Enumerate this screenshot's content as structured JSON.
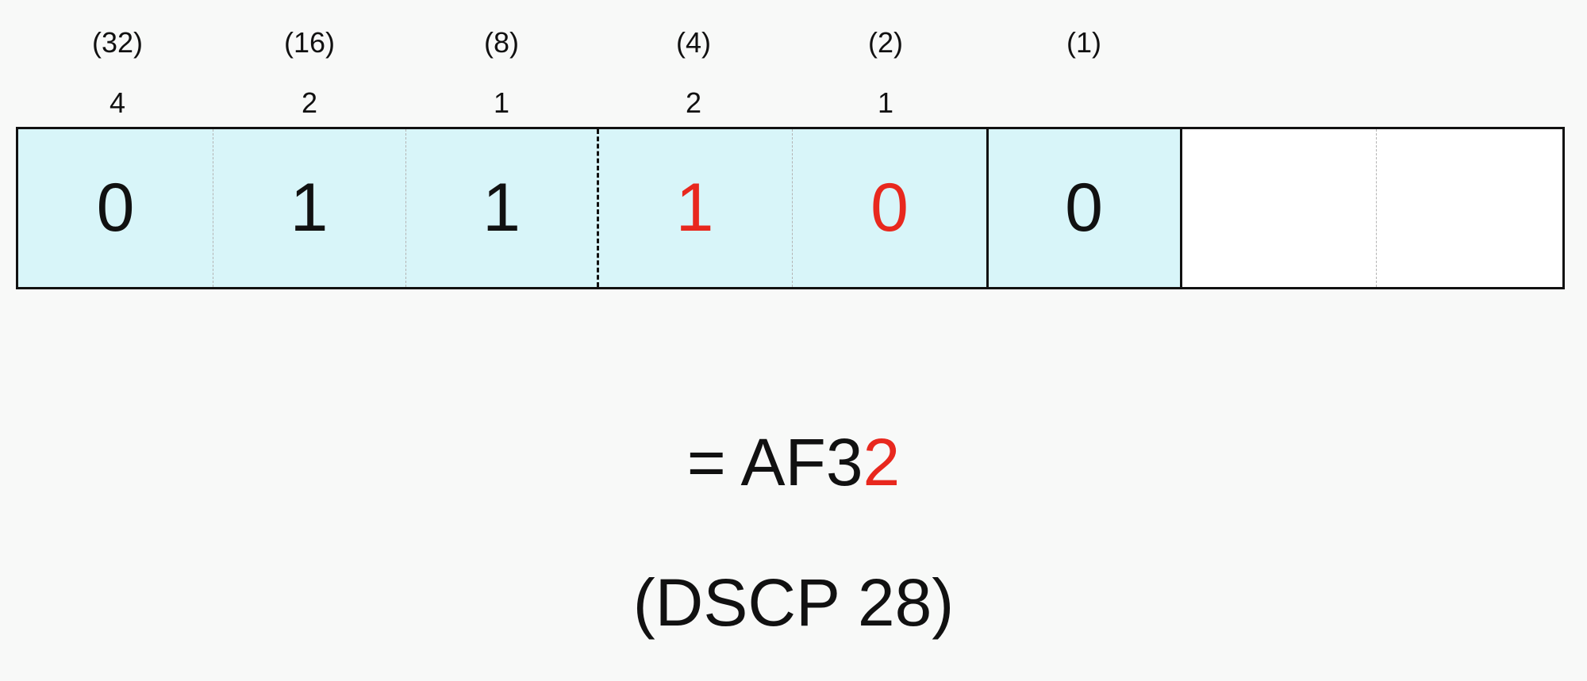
{
  "colors": {
    "highlight": "#e8281e",
    "text": "#111111",
    "cell_fill": "#d8f5f9",
    "background": "#f8f9f8"
  },
  "weights": {
    "dscp": [
      "(32)",
      "(16)",
      "(8)",
      "(4)",
      "(2)",
      "(1)"
    ],
    "sub": [
      "4",
      "2",
      "1",
      "2",
      "1"
    ]
  },
  "bits": [
    {
      "value": "0",
      "highlight": false
    },
    {
      "value": "1",
      "highlight": false
    },
    {
      "value": "1",
      "highlight": false
    },
    {
      "value": "1",
      "highlight": true
    },
    {
      "value": "0",
      "highlight": true
    },
    {
      "value": "0",
      "highlight": false
    },
    {
      "value": "",
      "highlight": false
    },
    {
      "value": "",
      "highlight": false
    }
  ],
  "result": {
    "prefix": "= AF3",
    "suffix": "2",
    "dscp": "(DSCP 28)"
  }
}
